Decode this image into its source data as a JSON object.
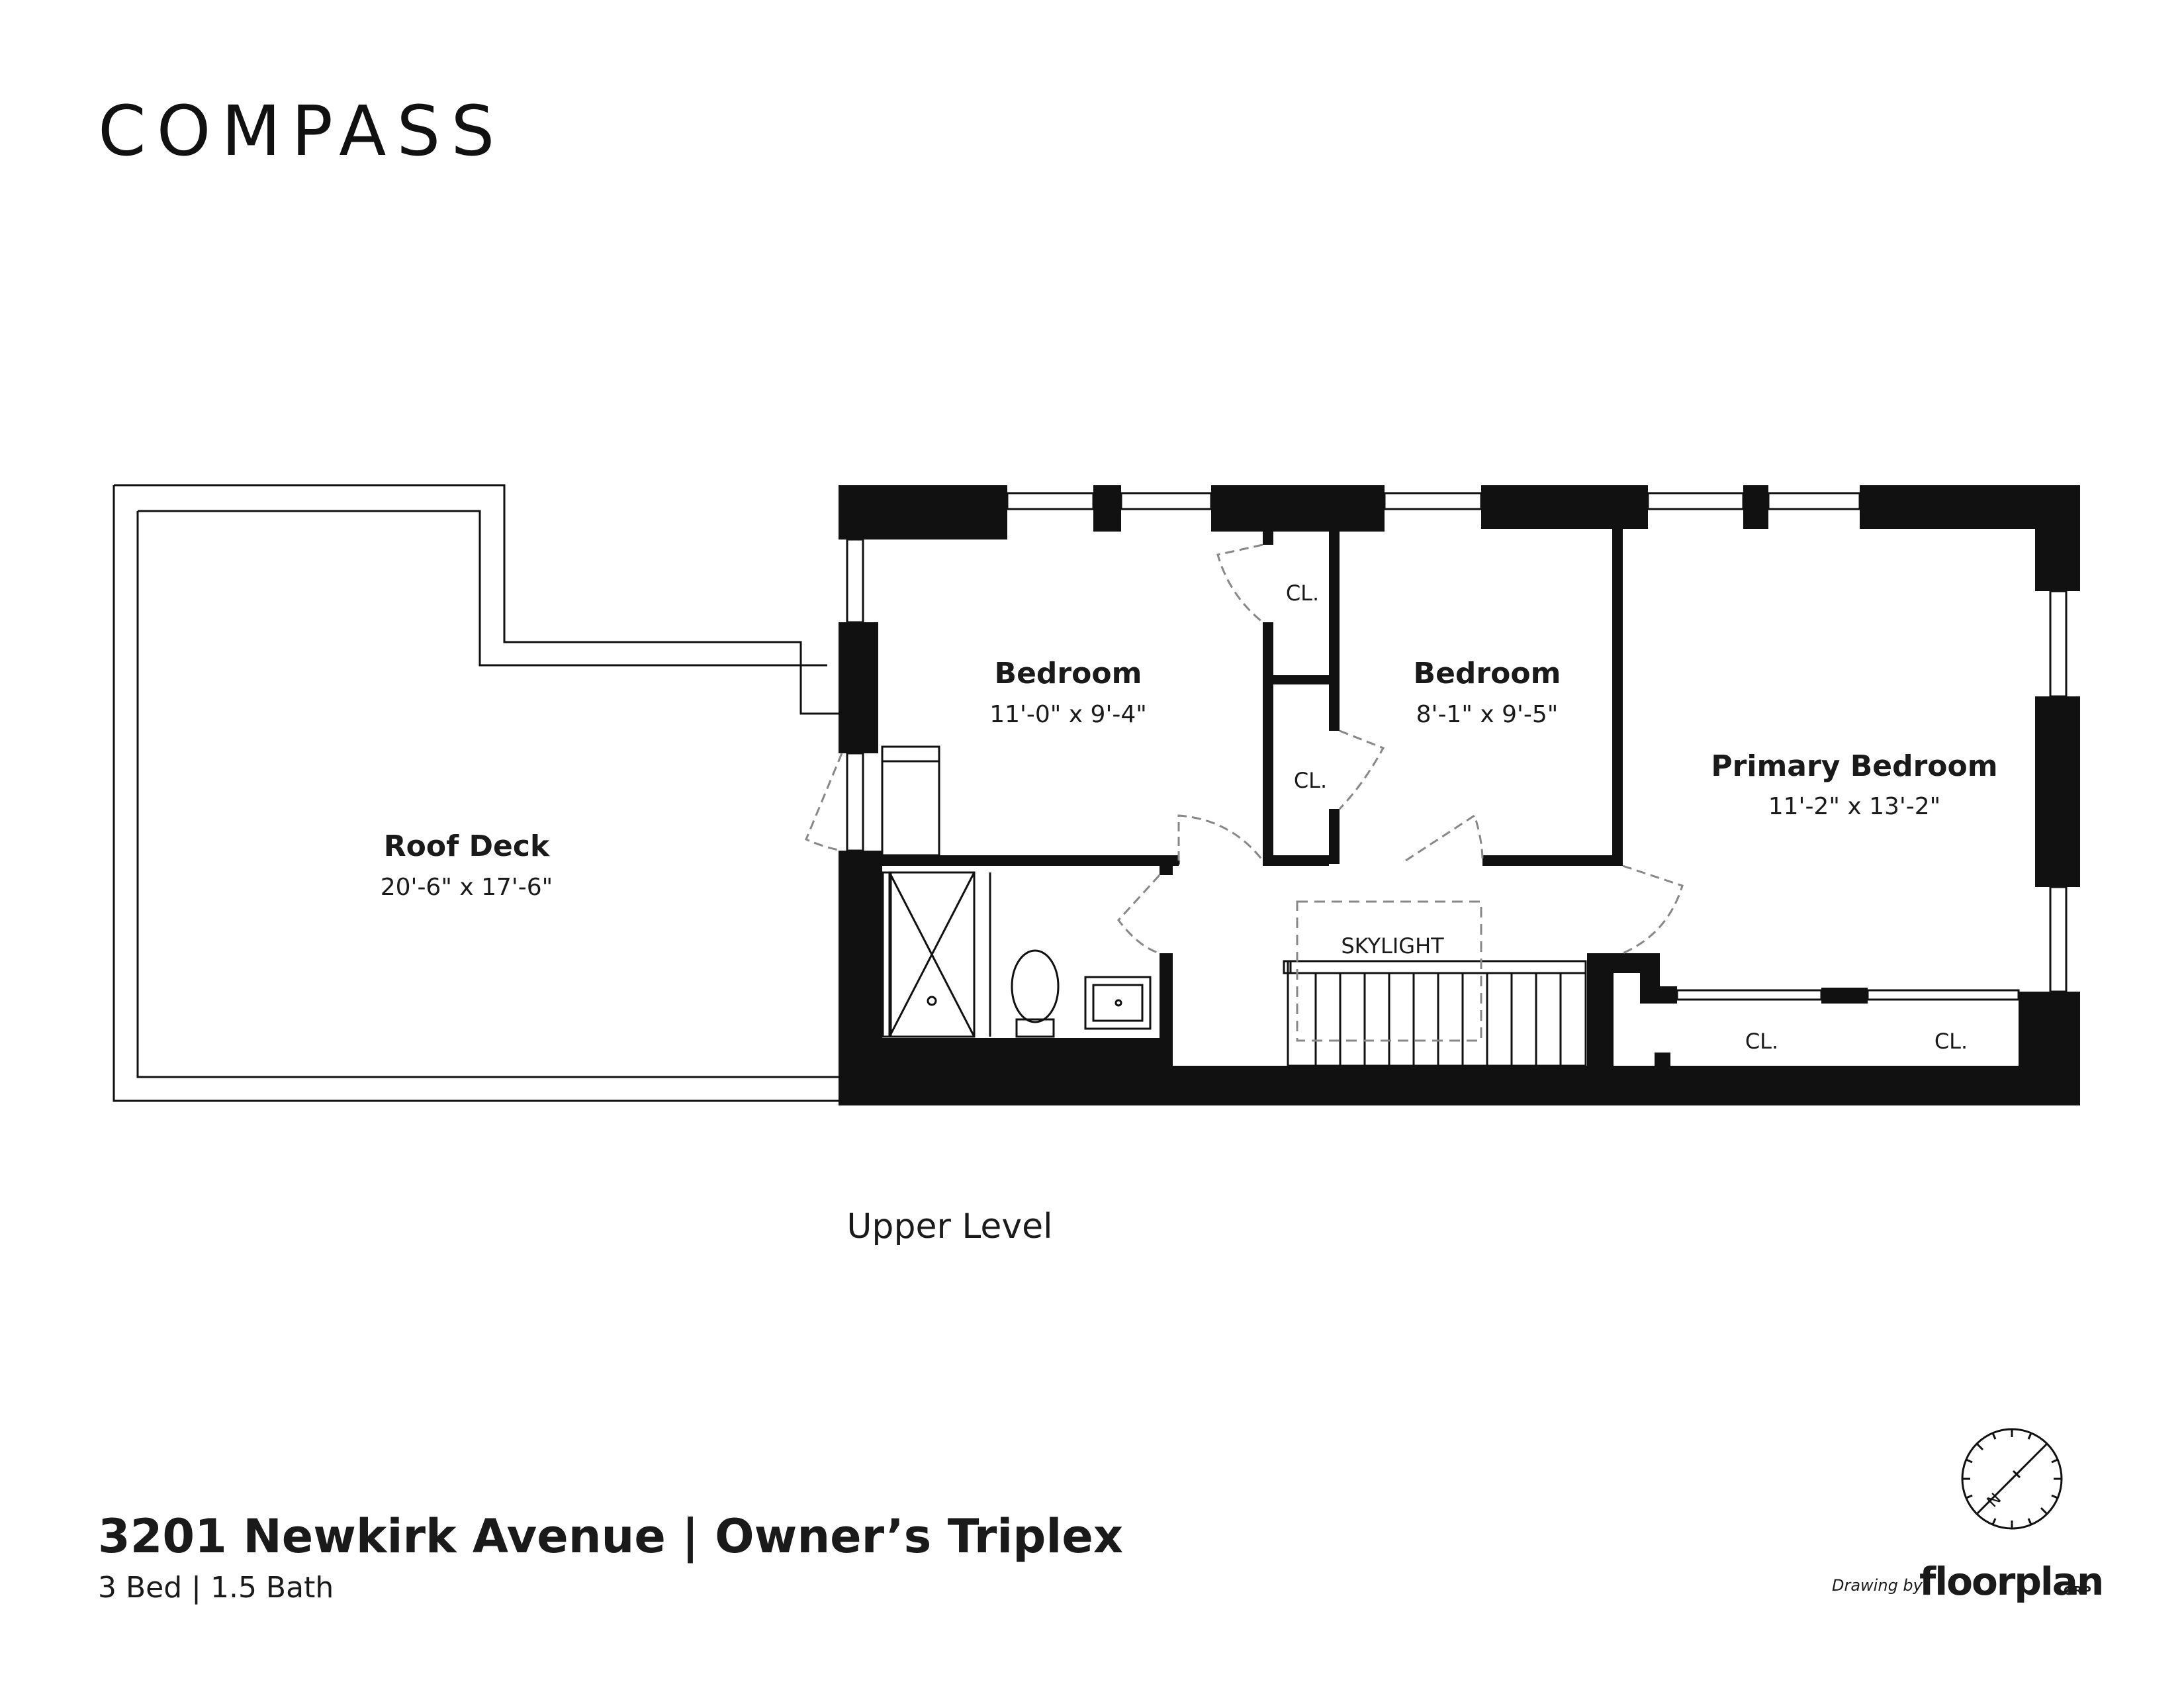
{
  "brand": {
    "logo_text": "COMPASS"
  },
  "rooms": [
    {
      "name": "Roof Deck",
      "dims": "20'-6\" x 17'-6\""
    },
    {
      "name": "Bedroom",
      "dims": "11'-0\" x 9'-4\""
    },
    {
      "name": "Bedroom",
      "dims": "8'-1\" x 9'-5\""
    },
    {
      "name": "Primary Bedroom",
      "dims": "11'-2\" x 13'-2\""
    }
  ],
  "labels": {
    "closet": "CL.",
    "skylight": "SKYLIGHT"
  },
  "level": "Upper Level",
  "listing": {
    "address": "3201 Newkirk Avenue | Owner’s Triplex",
    "summary": "3 Bed | 1.5 Bath"
  },
  "credit": {
    "prefix": "Drawing by",
    "brand": "floorplan",
    "suffix": "GRP"
  },
  "compass": {
    "icon": "north-arrow-icon",
    "letter": "N"
  }
}
